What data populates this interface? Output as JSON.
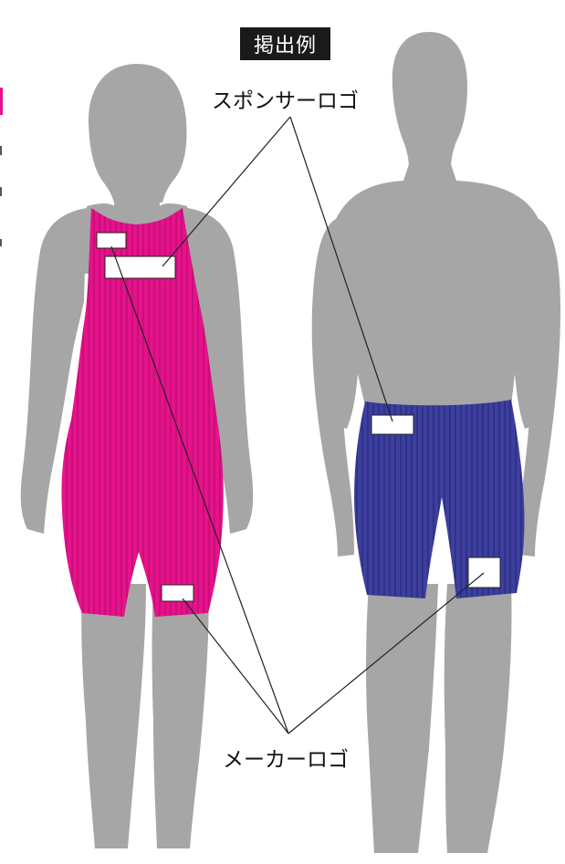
{
  "title": "掲出例",
  "labels": {
    "sponsor_logo": "スポンサーロゴ",
    "maker_logo": "メーカーロゴ"
  },
  "colors": {
    "silhouette": "#a6a6a6",
    "womens_suit": "#e6128b",
    "mens_suit": "#3d3f9e",
    "logo_box_fill": "#ffffff",
    "leader_line": "#222222"
  },
  "figures": [
    {
      "name": "female-figure",
      "suit": "womens-full-body-racing-suit"
    },
    {
      "name": "male-figure",
      "suit": "mens-jammer-racing-suit"
    }
  ]
}
